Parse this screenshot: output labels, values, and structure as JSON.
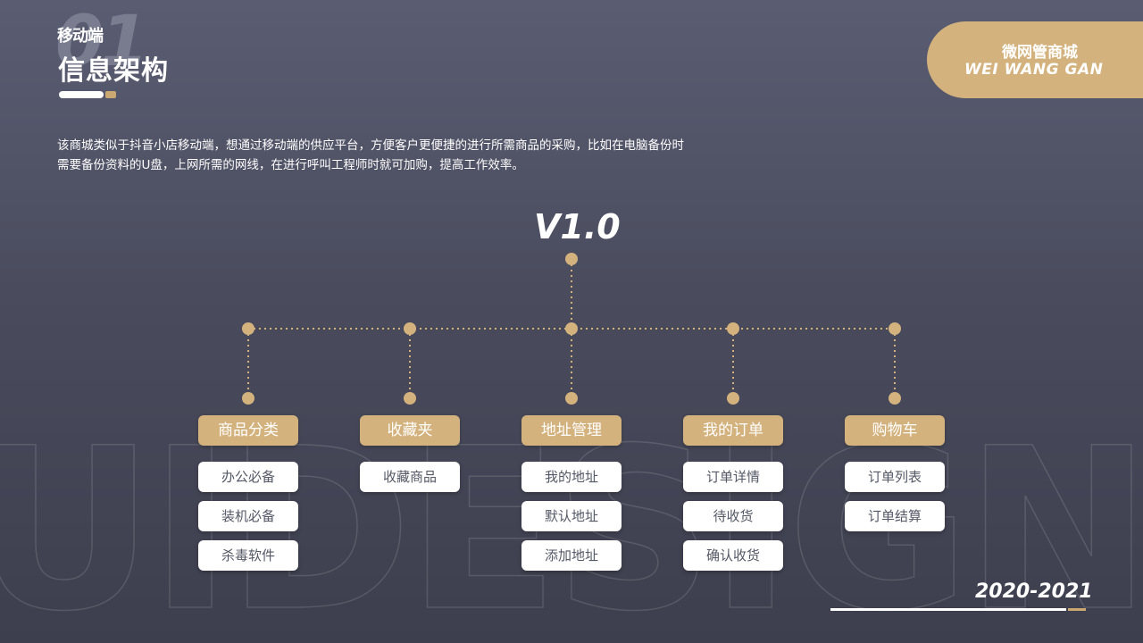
{
  "header": {
    "big_number": "01",
    "subtitle": "移动端",
    "title": "信息架构"
  },
  "badge": {
    "name_cn": "微网管商城",
    "name_en": "WEI WANG GAN"
  },
  "description": {
    "line1": "该商城类似于抖音小店移动端，想通过移动端的供应平台，方便客户更便捷的进行所需商品的采购，比如在电脑备份时",
    "line2": "需要备份资料的U盘，上网所需的网线，在进行呼叫工程师时就可加购，提高工作效率。"
  },
  "background_word": "UIDESIGN",
  "version": "V1.0",
  "categories": [
    {
      "label": "商品分类",
      "items": [
        "办公必备",
        "装机必备",
        "杀毒软件"
      ]
    },
    {
      "label": "收藏夹",
      "items": [
        "收藏商品"
      ]
    },
    {
      "label": "地址管理",
      "items": [
        "我的地址",
        "默认地址",
        "添加地址"
      ]
    },
    {
      "label": "我的订单",
      "items": [
        "订单详情",
        "待收货",
        "确认收货"
      ]
    },
    {
      "label": "购物车",
      "items": [
        "订单列表",
        "订单结算"
      ]
    }
  ],
  "footer": {
    "year": "2020-2021"
  },
  "colors": {
    "accent_gold": "#d4b27d",
    "background_top": "#5a5d72",
    "background_bottom": "#3d3f4e"
  }
}
